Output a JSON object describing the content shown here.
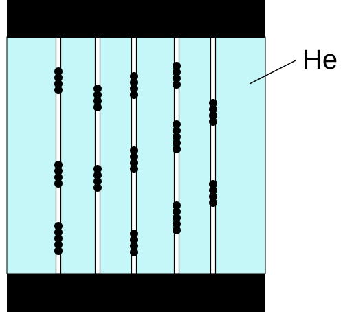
{
  "diagram": {
    "label": "He",
    "colors": {
      "cell_fill": "#c6f7f8",
      "plate": "#000000",
      "wire_fill": "#ffffff",
      "wire_stroke": "#000000",
      "bead": "#000000",
      "background": "#ffffff"
    },
    "wires": [
      {
        "name": "wire-1",
        "clusters": [
          4,
          4,
          5
        ]
      },
      {
        "name": "wire-2",
        "clusters": [
          4,
          4
        ]
      },
      {
        "name": "wire-3",
        "clusters": [
          4,
          4,
          4
        ]
      },
      {
        "name": "wire-4",
        "clusters": [
          4,
          5,
          5
        ]
      },
      {
        "name": "wire-5",
        "clusters": [
          4,
          4
        ]
      }
    ]
  }
}
